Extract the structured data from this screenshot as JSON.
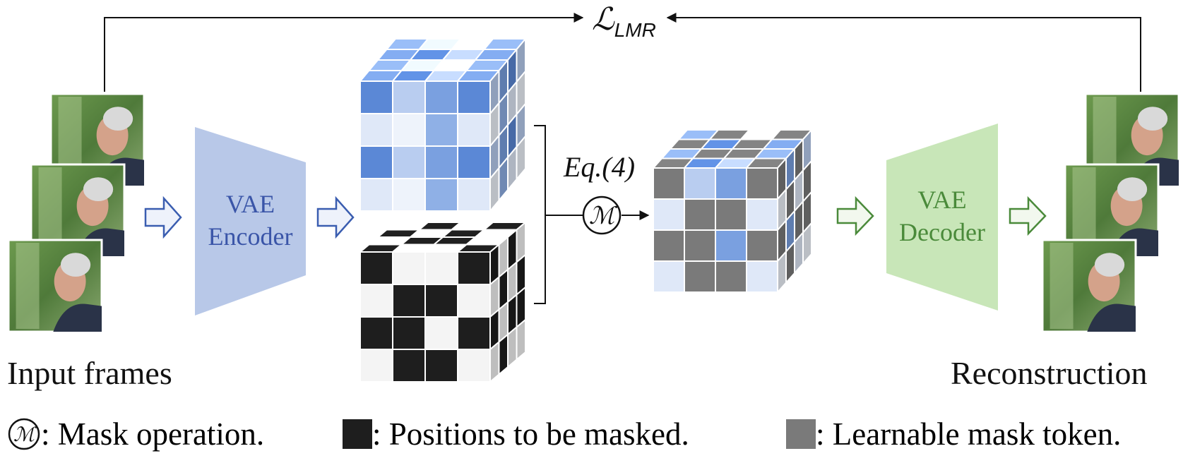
{
  "loss_label": {
    "symbol": "ℒ",
    "subscript": "LMR"
  },
  "input_label": "Input frames",
  "output_label": "Reconstruction",
  "encoder": {
    "line1": "VAE",
    "line2": "Encoder",
    "color": "#b8c8e8",
    "text_color": "#3a55a8"
  },
  "decoder": {
    "line1": "VAE",
    "line2": "Decoder",
    "color": "#c8e6b8",
    "text_color": "#4a8a3a"
  },
  "equation_label": "Eq.(4)",
  "mask_op_symbol": "ℳ",
  "legend": {
    "mask_operation": ": Mask operation.",
    "positions_masked": ": Positions to be masked.",
    "learnable_token": ": Learnable mask token."
  },
  "colors": {
    "mask_black": "#1e1e1e",
    "mask_white": "#f4f4f4",
    "token_gray": "#7a7a7a",
    "latent_blue": "#4a78cc",
    "arrow_blue": "#3a5db0",
    "arrow_green": "#4a8a3a"
  }
}
